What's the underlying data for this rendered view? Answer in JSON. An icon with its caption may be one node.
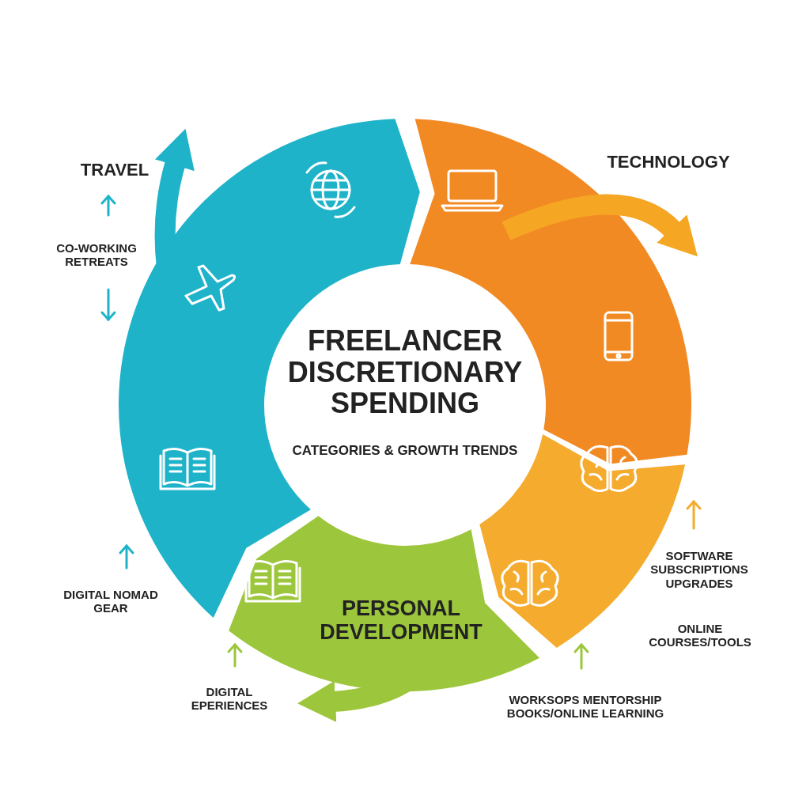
{
  "diagram": {
    "title": "FREELANCER DISCRETIONARY SPENDING",
    "nodes": [
      {
        "text": [],
        "shape": "band"
      },
      {
        "text": [],
        "shape": "band"
      },
      {
        "text": [],
        "shape": "band"
      },
      {
        "text": [
          "PERSONAL DEVELOPMENT"
        ]
      }
    ],
    "labels": [
      "TRAVEL",
      "TECHNOLOGY",
      "CO-WORKING RETREATS",
      "CATEGORIES & GROWTH TRENDS",
      "SOFTWARE SUBSCRIPTIONS UPGRADES",
      "ONLINE COURSES/TOOLS",
      "DIGITAL NOMAD GEAR",
      "DIGITAL EPERIENCES",
      "WORKSOPS MENTORSHIP BOOKS/ONLINE LEARNING"
    ]
  }
}
